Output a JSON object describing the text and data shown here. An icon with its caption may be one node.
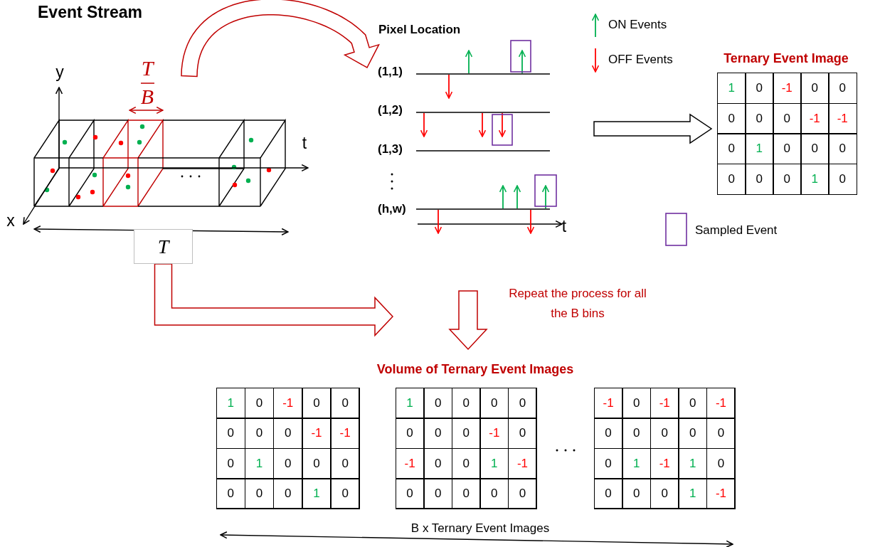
{
  "diagram": {
    "nodes": [
      {
        "text": [
          "Event Stream"
        ]
      },
      {
        "text": [
          "T"
        ]
      },
      {
        "text": [],
        "shape": "box"
      },
      {
        "text": [
          "Pixel Location"
        ],
        "in": 2
      },
      {
        "text": [
          "Ternary Event Image"
        ],
        "in": 2
      },
      {
        "text": [
          "Volume of Ternary Event Images"
        ]
      },
      {
        "text": [],
        "shape": "box",
        "in": 5
      },
      {
        "text": [],
        "shape": "box",
        "in": 5
      },
      {
        "text": [],
        "shape": "box",
        "in": 5
      }
    ],
    "edges": [
      {
        "from": 0,
        "to": 2,
        "arrow": "to",
        "style": "thick"
      },
      {
        "from": 1,
        "to": null,
        "arrow": "to",
        "style": "thick"
      },
      {
        "from": 3,
        "to": 4,
        "arrow": "to",
        "style": "thick",
        "color": "#000000"
      },
      {
        "from": null,
        "to": 5,
        "arrow": "to",
        "style": "thick"
      }
    ],
    "labels": [
      "T",
      "B",
      "y",
      "t",
      "x",
      "(1,1)",
      "(1,2)",
      "(1,3)",
      "(h,w)",
      "t",
      "1",
      "0",
      "-1",
      "0",
      "0",
      "0",
      "0",
      "0",
      "-1",
      "-1",
      "0",
      "1",
      "0",
      "0",
      "0",
      "0",
      "0",
      "0",
      "1",
      "0",
      "Repeat the process for all the B bins",
      "1",
      "0",
      "-1",
      "0",
      "0",
      "0",
      "0",
      "0",
      "-1",
      "-1",
      "0",
      "1",
      "0",
      "0",
      "0",
      "0",
      "0",
      "0",
      "1",
      "0",
      "1",
      "0",
      "0",
      "0",
      "0",
      "0",
      "0",
      "0",
      "-1",
      "0",
      "-1",
      "0",
      "0",
      "1",
      "-1",
      "0",
      "0",
      "0",
      "0",
      "0",
      "-1",
      "0",
      "-1",
      "0",
      "-1",
      "0",
      "0",
      "0",
      "0",
      "0",
      "0",
      "1",
      "-1",
      "1",
      "0",
      "0",
      "0",
      "0",
      "1",
      "-1",
      "B x Ternary Event Images"
    ],
    "legend": [
      {
        "text": "ON Events"
      },
      {
        "text": "OFF Events"
      },
      {
        "text": "Sampled Event"
      }
    ]
  }
}
